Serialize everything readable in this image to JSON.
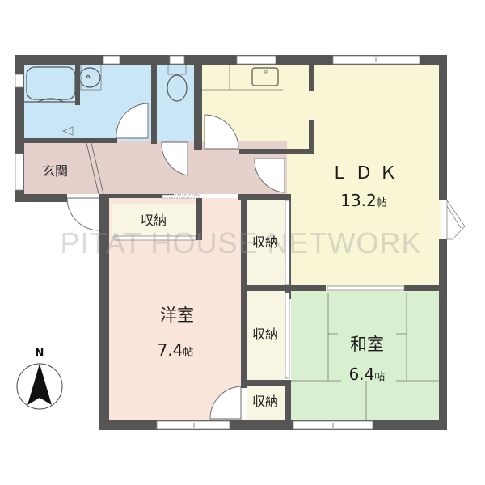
{
  "floor_plan": {
    "watermark": "PITAT HOUSE NETWORK",
    "compass": {
      "label": "N"
    },
    "colors": {
      "wall": "#555555",
      "wet_area": "#c9e6f6",
      "entrance": "#e6d0cc",
      "ldk": "#f8f6d4",
      "western_room": "#f9e5da",
      "japanese_room": "#d9f0d0",
      "storage": "#f8f6e2"
    },
    "rooms": {
      "entrance": {
        "label": "玄関"
      },
      "ldk": {
        "label": "ＬＤＫ",
        "area": "13.2",
        "unit": "帖"
      },
      "western_room": {
        "label": "洋室",
        "area": "7.4",
        "unit": "帖"
      },
      "japanese_room": {
        "label": "和室",
        "area": "6.4",
        "unit": "帖"
      },
      "storage_1": {
        "label": "収納"
      },
      "storage_2": {
        "label": "収納"
      },
      "storage_3": {
        "label": "収納"
      },
      "storage_4": {
        "label": "収納"
      }
    }
  }
}
